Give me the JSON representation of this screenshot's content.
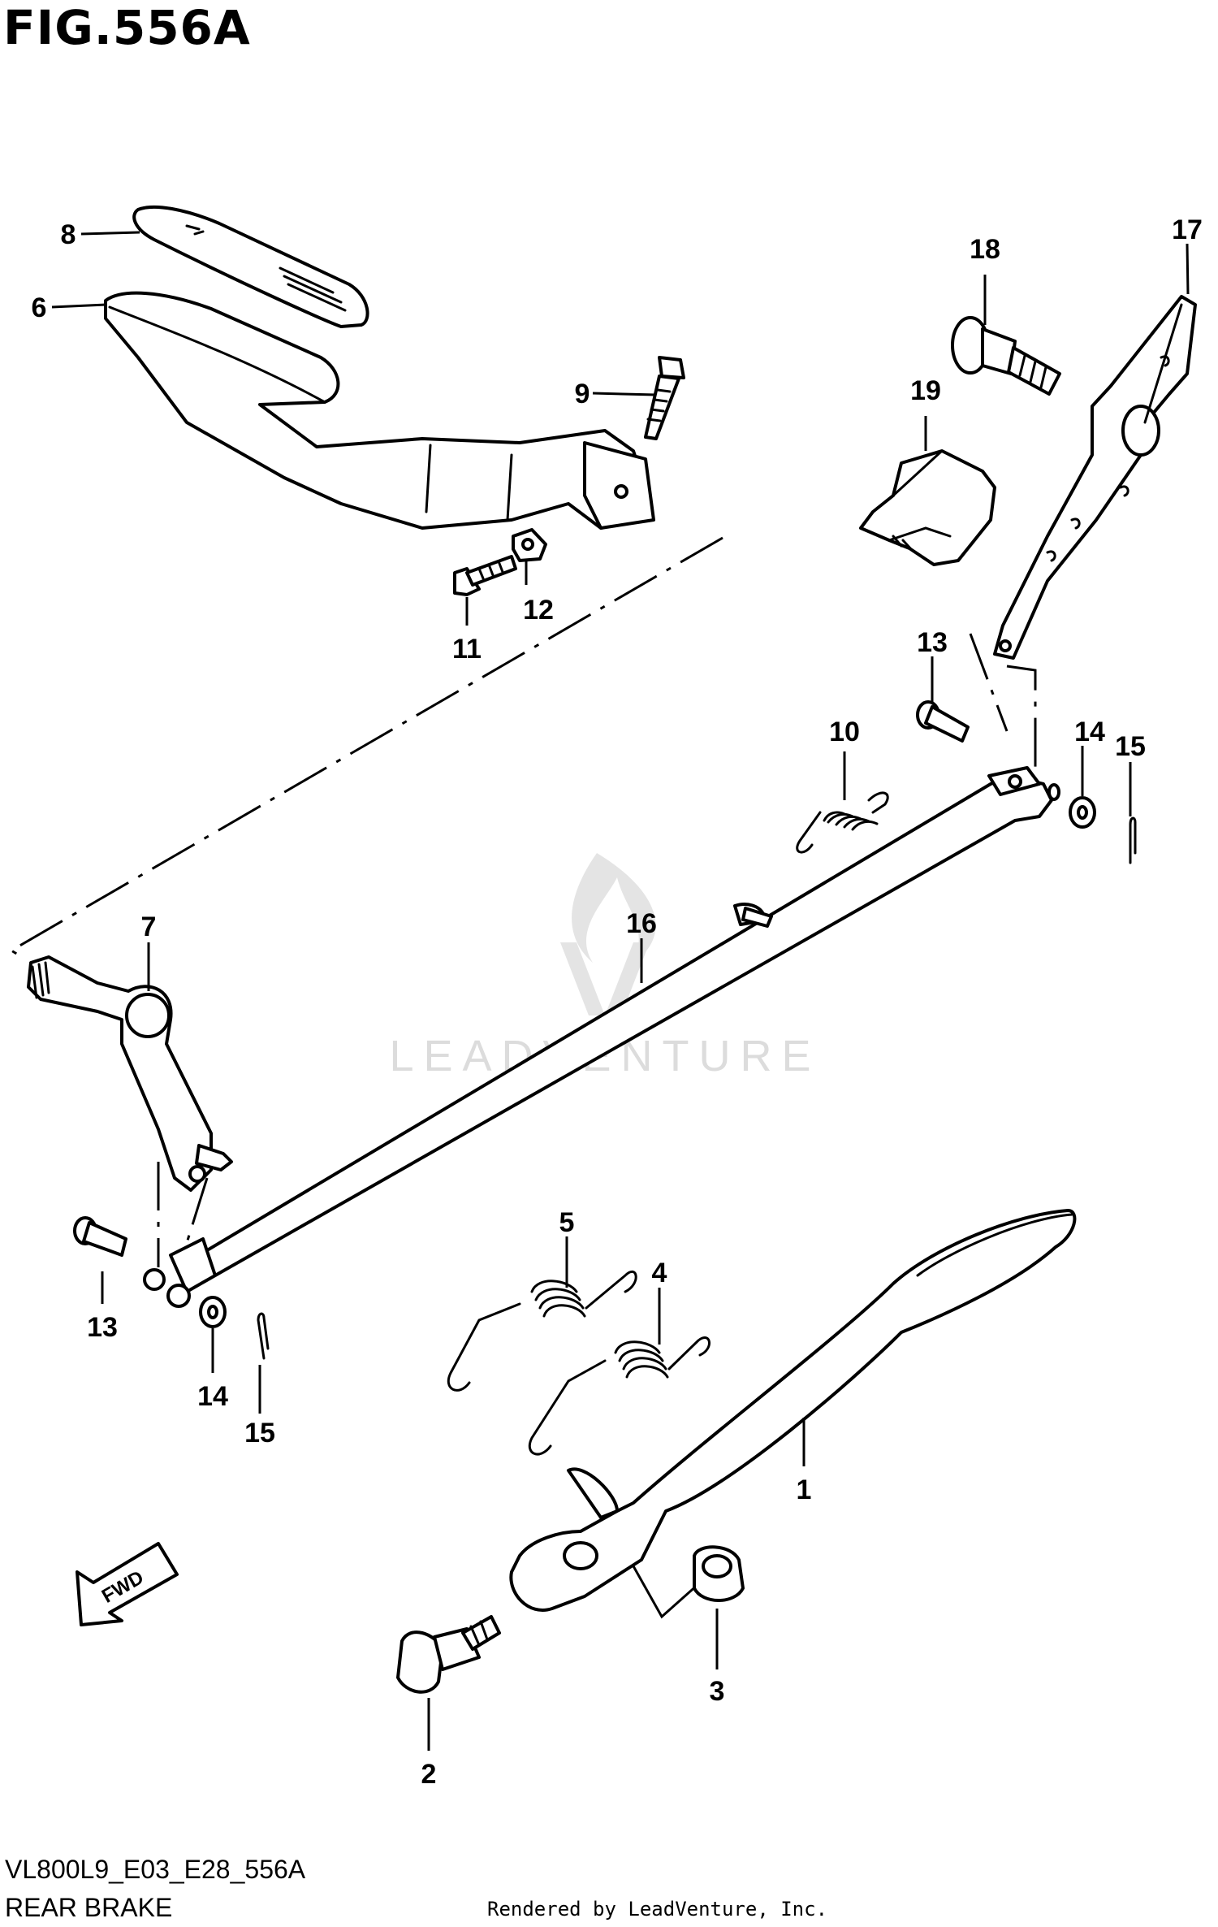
{
  "figure": {
    "title": "FIG.556A",
    "model_code": "VL800L9_E03_E28_556A",
    "caption": "REAR BRAKE",
    "render_credit": "Rendered by LeadVenture, Inc.",
    "watermark": "LEADVENTURE",
    "direction_label": "FWD"
  },
  "callouts": [
    "1",
    "2",
    "3",
    "4",
    "5",
    "6",
    "7",
    "8",
    "9",
    "10",
    "11",
    "12",
    "13",
    "13",
    "14",
    "14",
    "15",
    "15",
    "16",
    "17",
    "18",
    "19"
  ]
}
